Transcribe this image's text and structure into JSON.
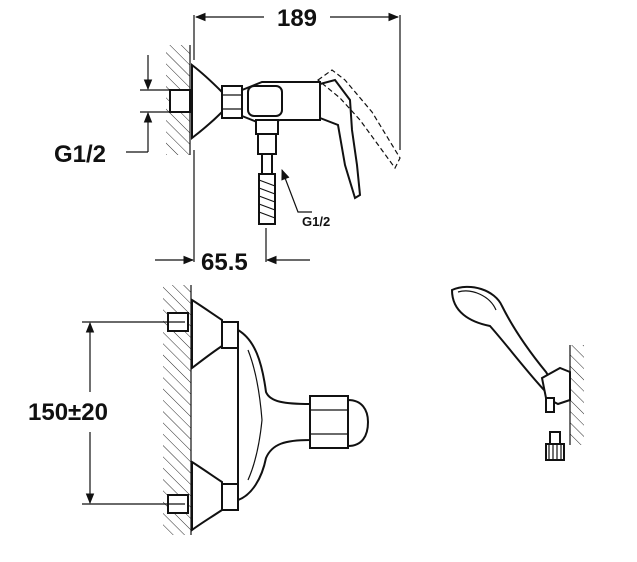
{
  "diagram": {
    "dimensions": {
      "top_width": "189",
      "inlet_thread": "G1/2",
      "outlet_thread": "G1/2",
      "depth": "65.5",
      "center_distance": "150±20"
    }
  }
}
